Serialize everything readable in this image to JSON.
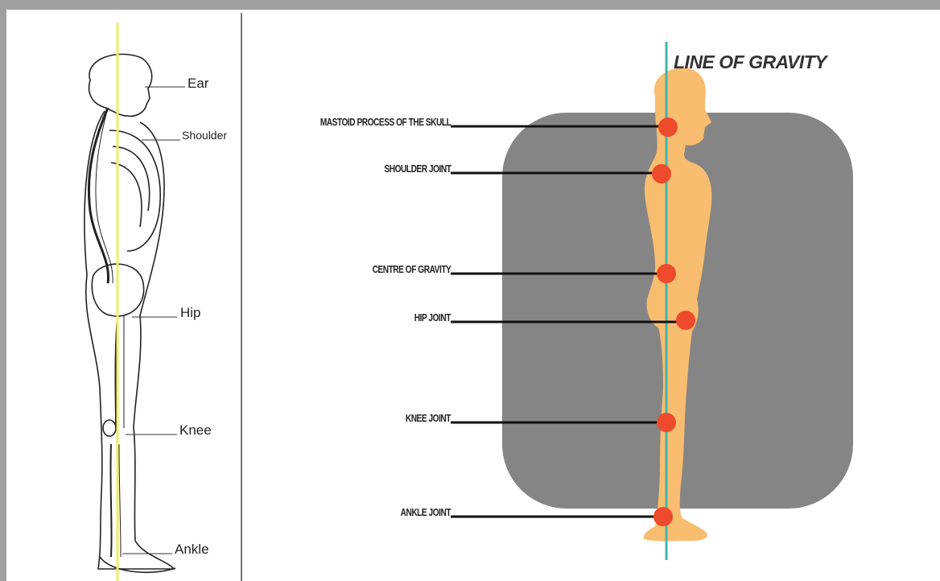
{
  "left_panel": {
    "labels": {
      "ear": "Ear",
      "shoulder": "Shoulder",
      "hip": "Hip",
      "knee": "Knee",
      "ankle": "Ankle"
    },
    "plumb_line_color": "#f2ec6a"
  },
  "right_panel": {
    "title": "LINE OF GRAVITY",
    "labels": {
      "mastoid": "MASTOID PROCESS OF THE SKULL",
      "shoulder": "SHOULDER JOINT",
      "centre": "CENTRE OF GRAVITY",
      "hip": "HIP JOINT",
      "knee": "KNEE JOINT",
      "ankle": "ANKLE JOINT"
    },
    "colors": {
      "body": "#f9bd6f",
      "joint": "#ee4a2c",
      "gravity_line": "#3fb6ad",
      "background_box": "#858585"
    }
  }
}
